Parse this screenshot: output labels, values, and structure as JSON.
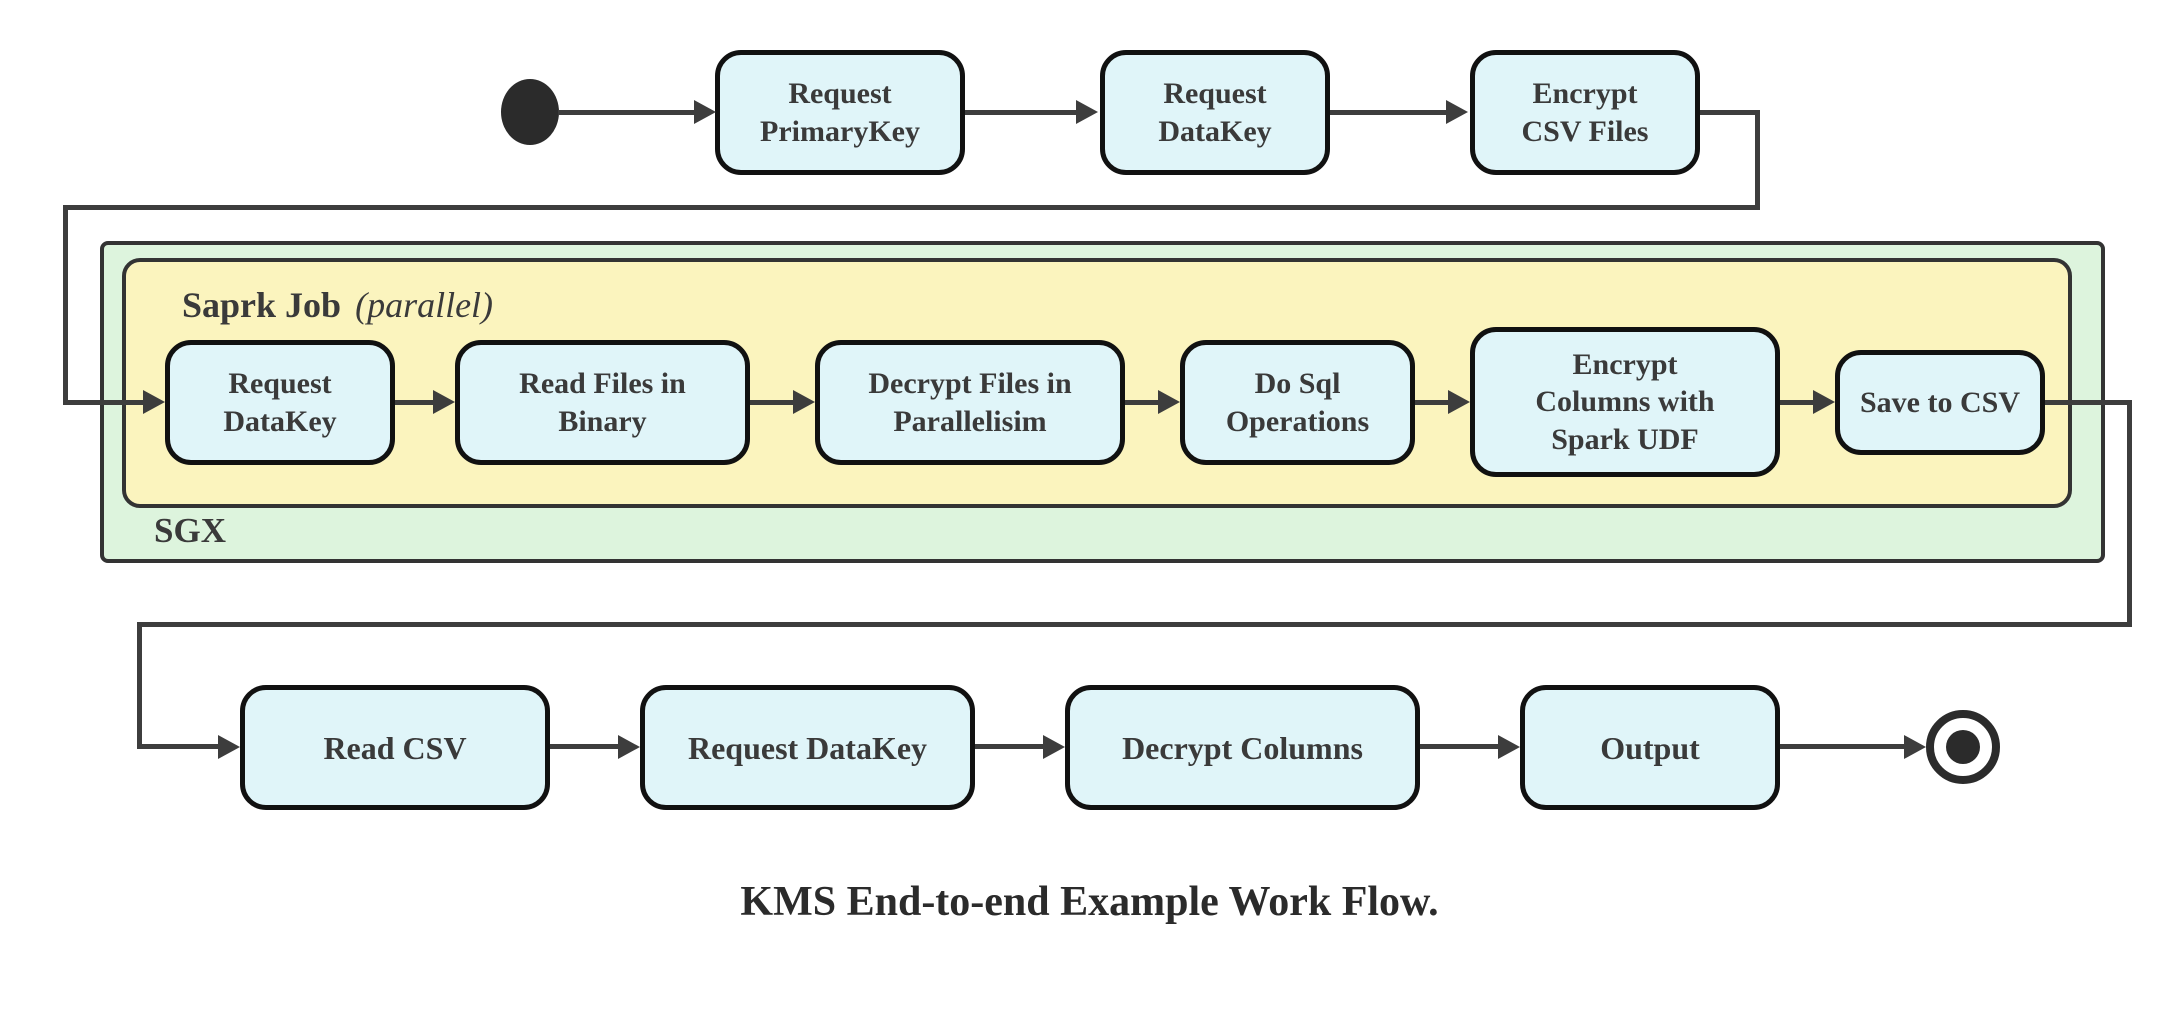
{
  "caption": "KMS End-to-end Example Work Flow.",
  "containers": {
    "sgx_label": "SGX",
    "spark_label": "Saprk Job",
    "spark_qualifier": "(parallel)"
  },
  "nodes": {
    "t1": [
      "Request",
      "PrimaryKey"
    ],
    "t2": [
      "Request",
      "DataKey"
    ],
    "t3": [
      "Encrypt",
      "CSV Files"
    ],
    "m1": [
      "Request",
      "DataKey"
    ],
    "m2": [
      "Read Files in",
      "Binary"
    ],
    "m3": [
      "Decrypt Files in",
      "Parallelisim"
    ],
    "m4": [
      "Do Sql",
      "Operations"
    ],
    "m5": [
      "Encrypt",
      "Columns with",
      "Spark UDF"
    ],
    "m6": "Save to CSV",
    "b1": "Read CSV",
    "b2": "Request DataKey",
    "b3": "Decrypt Columns",
    "b4": "Output"
  },
  "colors": {
    "node_fill": "#e0f5f9",
    "node_border": "#111111",
    "container_yellow": "#fbf4be",
    "container_green": "#ddf4dd",
    "container_border": "#333333",
    "line": "#3d3d3d",
    "text": "#3a3a3a",
    "start_end": "#2b2b2b"
  }
}
